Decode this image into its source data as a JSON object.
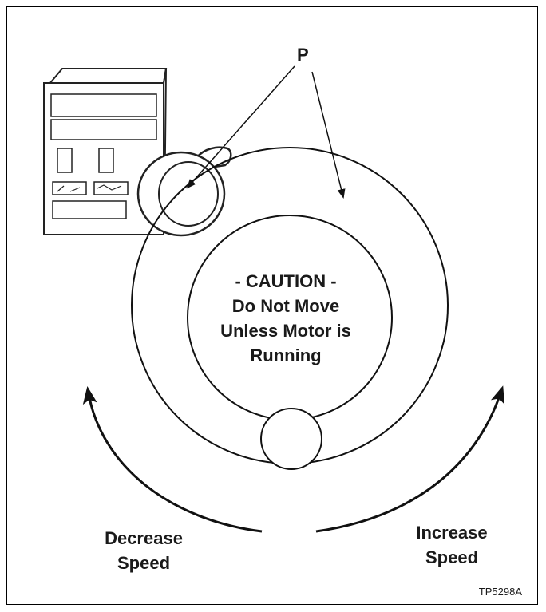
{
  "callout_label": "P",
  "caution": {
    "line1": "- CAUTION -",
    "line2": "Do Not Move",
    "line3": "Unless Motor is",
    "line4": "Running"
  },
  "decrease_label": {
    "line1": "Decrease",
    "line2": "Speed"
  },
  "increase_label": {
    "line1": "Increase",
    "line2": "Speed"
  },
  "figure_ref": "TP5298A"
}
